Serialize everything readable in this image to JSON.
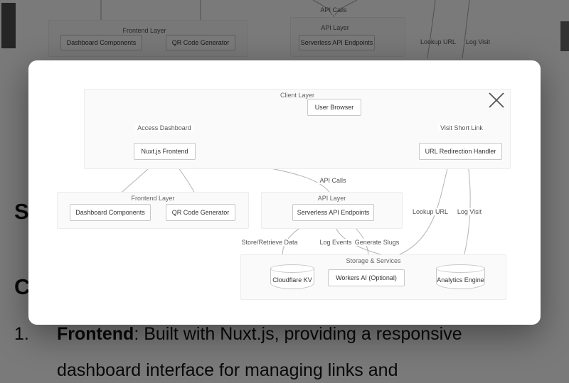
{
  "colors": {
    "overlay": "rgba(0,0,0,0.52)",
    "modal_bg": "#ffffff",
    "container_bg": "#fafafa",
    "container_border": "#ececec",
    "node_border": "#c8c8c8",
    "edge": "#b5b5b5",
    "diagram_text": "#333333"
  },
  "modal": {
    "close": "close",
    "diagram": {
      "containers": {
        "client": "Client Layer",
        "frontend": "Frontend Layer",
        "api": "API Layer",
        "storage": "Storage & Services"
      },
      "nodes": {
        "browser": "User Browser",
        "nuxt": "Nuxt.js Frontend",
        "redirect": "URL Redirection Handler",
        "dashboard": "Dashboard Components",
        "qr": "QR Code Generator",
        "endpoints": "Serverless API Endpoints",
        "kv": "Cloudflare KV",
        "workers": "Workers AI (Optional)",
        "analytics": "Analytics Engine"
      },
      "edges": {
        "access": "Access Dashboard",
        "visit": "Visit Short Link",
        "api_calls": "API Calls",
        "lookup": "Lookup URL",
        "log_visit": "Log Visit",
        "store": "Store/Retrieve Data",
        "log_events": "Log Events",
        "slugs": "Generate Slugs"
      }
    }
  },
  "background": {
    "diagram": {
      "api_calls": "API Calls",
      "frontend_layer": "Frontend Layer",
      "api_layer": "API Layer",
      "dashboard": "Dashboard Components",
      "qr": "QR Code Generator",
      "endpoints": "Serverless API Endpoints",
      "lookup": "Lookup URL",
      "log_visit": "Log Visit"
    },
    "text": {
      "heading_fragment_1": "S",
      "heading_fragment_2": "C",
      "list_number": "1.",
      "item_bold": "Frontend",
      "item_rest": ": Built with Nuxt.js, providing a responsive",
      "item_line2": "dashboard interface for managing links and"
    }
  }
}
